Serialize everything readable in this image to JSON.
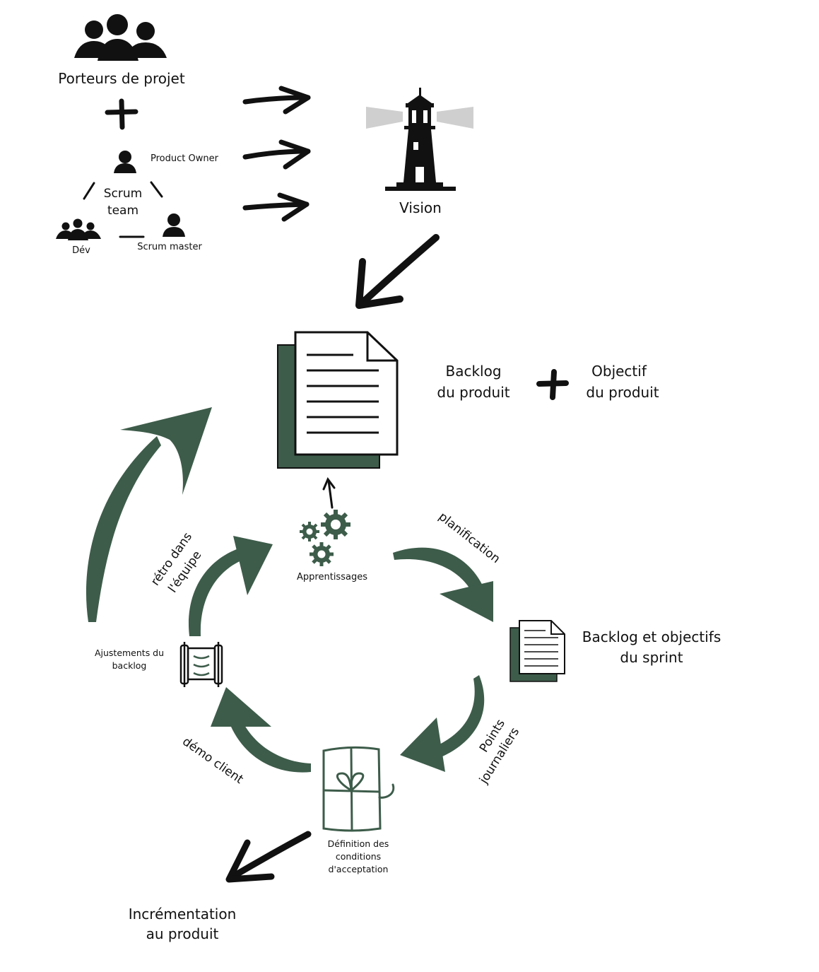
{
  "labels": {
    "porteurs": "Porteurs de projet",
    "product_owner": "Product Owner",
    "scrum_team_1": "Scrum",
    "scrum_team_2": "team",
    "dev": "Dév",
    "scrum_master": "Scrum master",
    "vision": "Vision",
    "backlog_produit_1": "Backlog",
    "backlog_produit_2": "du produit",
    "objectif_produit_1": "Objectif",
    "objectif_produit_2": "du produit",
    "apprentissages": "Apprentissages",
    "planification": "planification",
    "backlog_sprint_1": "Backlog  et objectifs",
    "backlog_sprint_2": "du sprint",
    "points_1": "Points",
    "points_2": "journaliers",
    "definition_1": "Définition des",
    "definition_2": "conditions",
    "definition_3": "d'acceptation",
    "demo": "démo client",
    "ajustements_1": "Ajustements du",
    "ajustements_2": "backlog",
    "retro_1": "rétro dans",
    "retro_2": "l'équipe",
    "increment_1": "Incrémentation",
    "increment_2": "au produit"
  },
  "colors": {
    "accent_green": "#3d5c4a",
    "ink": "#111111",
    "paper": "#ffffff"
  }
}
